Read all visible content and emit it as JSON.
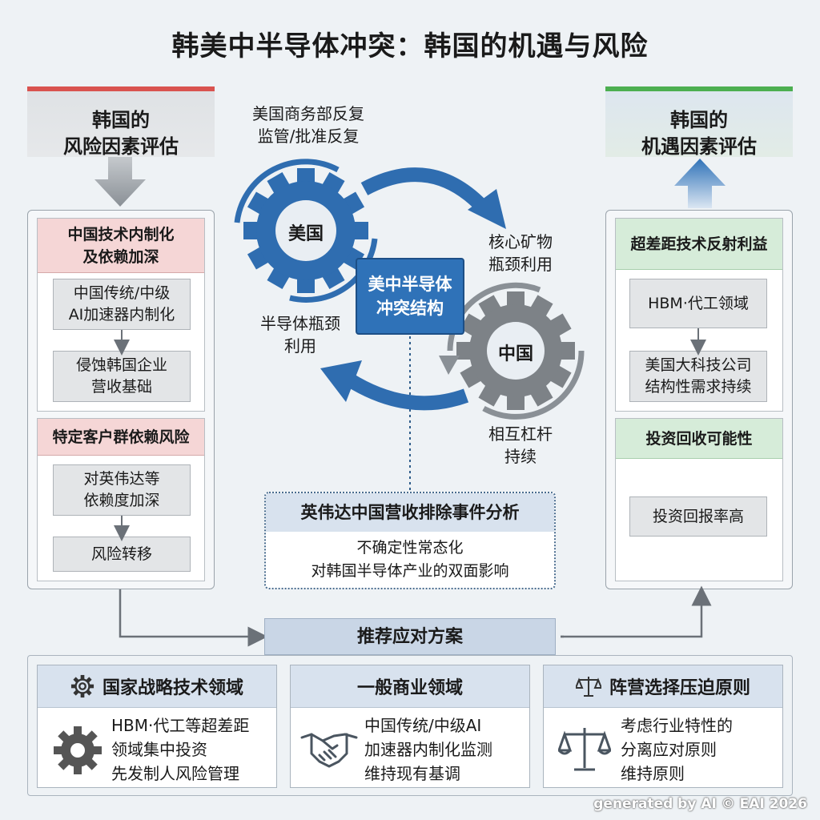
{
  "title": "韩美中半导体冲突：韩国的机遇与风险",
  "left_header": {
    "line1": "韩国的",
    "line2": "风险因素评估"
  },
  "right_header": {
    "line1": "韩国的",
    "line2": "机遇因素评估"
  },
  "left_panel": {
    "sections": [
      {
        "title_line1": "中国技术内制化",
        "title_line2": "及依赖加深",
        "items": [
          {
            "line1": "中国传统/中级",
            "line2": "AI加速器内制化"
          },
          {
            "line1": "侵蚀韩国企业",
            "line2": "营收基础"
          }
        ]
      },
      {
        "title_line1": "特定客户群依赖风险",
        "items": [
          {
            "line1": "对英伟达等",
            "line2": "依赖度加深"
          },
          {
            "line1": "风险转移"
          }
        ]
      }
    ]
  },
  "right_panel": {
    "sections": [
      {
        "title_line1": "超差距技术反射利益",
        "items": [
          {
            "line1": "HBM·代工领域"
          },
          {
            "line1": "美国大科技公司",
            "line2": "结构性需求持续"
          }
        ]
      },
      {
        "title_line1": "投资回收可能性",
        "items": [
          {
            "line1": "投资回报率高"
          }
        ]
      }
    ]
  },
  "center": {
    "top_label": {
      "line1": "美国商务部反复",
      "line2": "监管/批准反复"
    },
    "usa_gear": "美国",
    "china_gear": "中国",
    "core_box": {
      "line1": "美中半导体",
      "line2": "冲突结构"
    },
    "right_label": {
      "line1": "核心矿物",
      "line2": "瓶颈利用"
    },
    "left_label": {
      "line1": "半导体瓶颈",
      "line2": "利用"
    },
    "bottom_label": {
      "line1": "相互杠杆",
      "line2": "持续"
    }
  },
  "analysis": {
    "title": "英伟达中国营收排除事件分析",
    "line1": "不确定性常态化",
    "line2": "对韩国半导体产业的双面影响"
  },
  "recommend": {
    "label": "推荐应对方案"
  },
  "bottom": [
    {
      "title": "国家战略技术领域",
      "icon": "gear-icon",
      "lines": [
        "HBM·代工等超差距",
        "领域集中投资",
        "先发制人风险管理"
      ]
    },
    {
      "title": "一般商业领域",
      "icon": "handshake-icon",
      "lines": [
        "中国传统/中级AI",
        "加速器内制化监测",
        "维持现有基调"
      ]
    },
    {
      "title": "阵营选择压迫原则",
      "icon": "scales-icon",
      "lines": [
        "考虑行业特性的",
        "分离应对原则",
        "维持原则"
      ]
    }
  ],
  "watermark": "generated by AI © EAI 2026",
  "colors": {
    "risk_red": "#d9534f",
    "opportunity_green": "#4caf50",
    "usa_blue": "#2f6db0",
    "china_gray": "#7d8287",
    "core_blue": "#2f72b8"
  }
}
